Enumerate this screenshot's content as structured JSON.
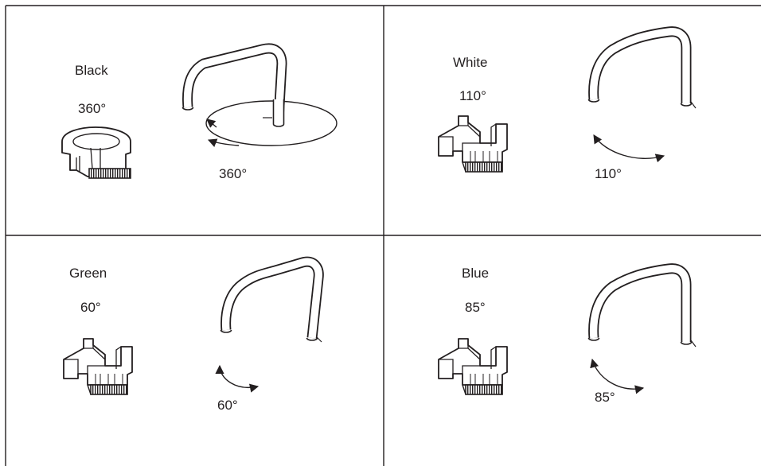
{
  "panels": [
    {
      "color_name": "Black",
      "limiter_angle": "360°",
      "rotation_label": "360°",
      "rotation_degrees": 360
    },
    {
      "color_name": "White",
      "limiter_angle": "110°",
      "rotation_label": "110°",
      "rotation_degrees": 110
    },
    {
      "color_name": "Green",
      "limiter_angle": "60°",
      "rotation_label": "60°",
      "rotation_degrees": 60
    },
    {
      "color_name": "Blue",
      "limiter_angle": "85°",
      "rotation_label": "85°",
      "rotation_degrees": 85
    }
  ],
  "style": {
    "line_color": "#231f20",
    "background": "#ffffff"
  }
}
